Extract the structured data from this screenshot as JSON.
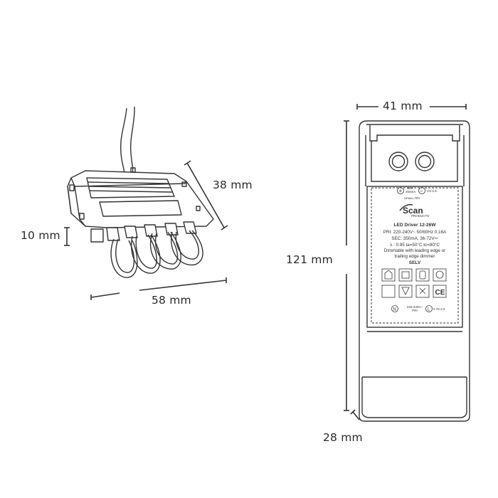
{
  "dimensions": {
    "connector_depth": "38 mm",
    "connector_height": "10 mm",
    "connector_width": "58 mm",
    "driver_width": "41 mm",
    "driver_length": "121 mm",
    "driver_thickness": "28 mm"
  },
  "label": {
    "plus_symbol": "+",
    "minus_symbol": "−",
    "sec_top": "SEC",
    "sec_current": "350mA",
    "sec_max": "Umax=70V",
    "sec_right": "VS-2.5",
    "brand": "Scan",
    "brand_sub": "PRODUCTS",
    "title": "LED Driver 12-26W",
    "pri": "PRI: 220-240V~ 50/60Hz 0.16A",
    "sec": "SEC: 350mA, 36-72V⎓",
    "lambda": "λ : 0.95  ta=50°C  tc=80°C",
    "dimmable_1": "Dimmable with leading edge or",
    "dimmable_2": "trailing edge dimmer",
    "selv": "SELV",
    "ce": "CE",
    "n_terminal": "N",
    "l_terminal": "L",
    "input_voltage": "220-240V~",
    "input_pri": "PRI",
    "terminal_gauge": "0.75-2.5"
  },
  "colors": {
    "line": "#333333",
    "fill": "#ffffff"
  }
}
